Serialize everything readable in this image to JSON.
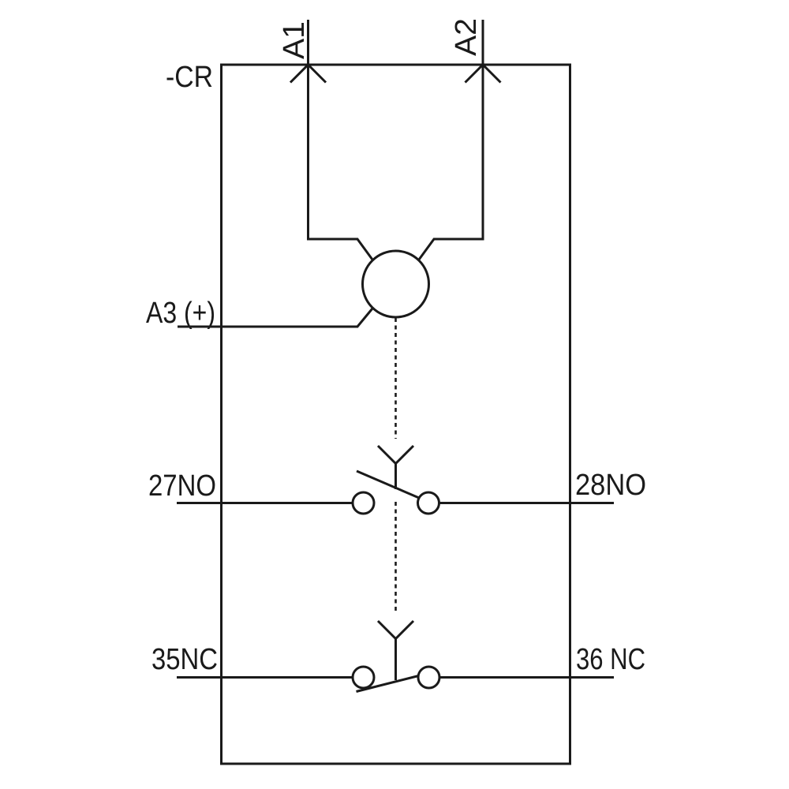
{
  "colors": {
    "line": "#1a1a1a",
    "background": "#ffffff"
  },
  "device": {
    "label": "-CR"
  },
  "coil": {
    "terminal_a1": "A1",
    "terminal_a2": "A2",
    "terminal_a3": "A3 (+)"
  },
  "contacts": {
    "normally_open": {
      "left_terminal": "27NO",
      "right_terminal": "28NO"
    },
    "normally_closed": {
      "left_terminal": "35NC",
      "right_terminal": "36 NC"
    }
  }
}
